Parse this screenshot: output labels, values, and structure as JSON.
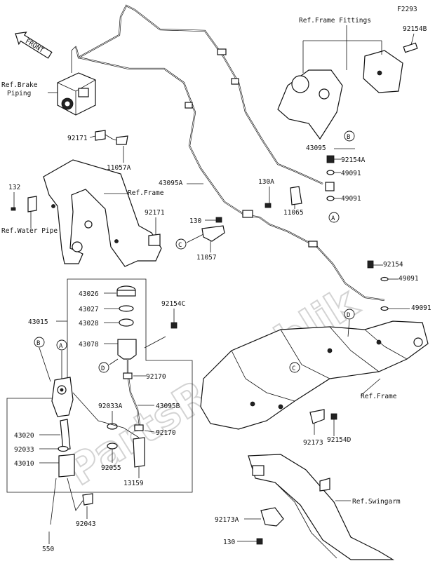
{
  "figure_code": "F2293",
  "front_label": "FRONT",
  "watermark": "PartsRepublik",
  "refs": {
    "brake_piping": [
      "Ref.Brake",
      "Piping"
    ],
    "frame_fittings": "Ref.Frame Fittings",
    "frame_1": "Ref.Frame",
    "water_pipe": "Ref.Water Pipe",
    "frame_2": "Ref.Frame",
    "swingarm": "Ref.Swingarm"
  },
  "callouts": {
    "A": "A",
    "B": "B",
    "C": "C",
    "D": "D"
  },
  "parts": [
    "92154B",
    "92171",
    "11057A",
    "43095",
    "92154A",
    "49091",
    "49091",
    "43095A",
    "130A",
    "11065",
    "132",
    "92171",
    "130",
    "11057",
    "92154",
    "49091",
    "49091",
    "43026",
    "43027",
    "43028",
    "43078",
    "43015",
    "92154C",
    "92170",
    "92033A",
    "43095B",
    "92170",
    "43020",
    "92033",
    "43010",
    "92055",
    "13159",
    "92043",
    "550",
    "92173",
    "92154D",
    "92173A",
    "130"
  ]
}
